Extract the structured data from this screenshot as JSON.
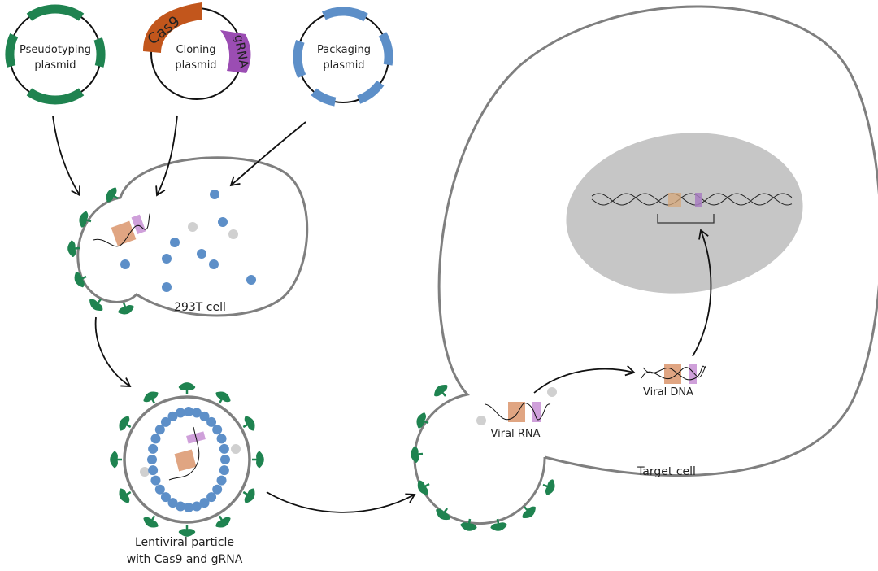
{
  "plasmids": {
    "pseudotyping": {
      "line1": "Pseudotyping",
      "line2": "plasmid"
    },
    "cloning": {
      "line1": "Cloning",
      "line2": "plasmid",
      "cas9": "Cas9",
      "grna": "gRNA"
    },
    "packaging": {
      "line1": "Packaging",
      "line2": "plasmid"
    }
  },
  "labels": {
    "producer_cell": "293T cell",
    "particle_line1": "Lentiviral particle",
    "particle_line2": "with Cas9 and gRNA",
    "viral_rna": "Viral RNA",
    "viral_dna": "Viral DNA",
    "target_cell": "Target cell"
  },
  "colors": {
    "envelope_green": "#1f8350",
    "packaging_blue": "#5d8fc8",
    "cas9_orange": "#c2561c",
    "grna_purple": "#9b4db3",
    "cas9_light": "#e0a582",
    "grna_light": "#cfa0da",
    "membrane_gray": "#808080",
    "nucleus_gray": "#c6c6c6"
  }
}
